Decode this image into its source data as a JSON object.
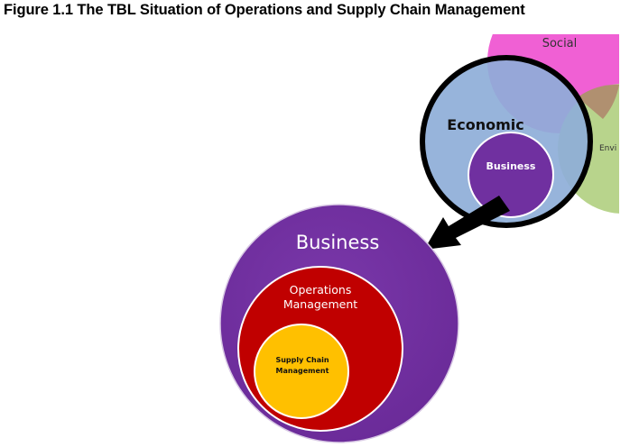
{
  "figure": {
    "title": "Figure 1.1 The TBL Situation of Operations and Supply Chain Management"
  },
  "tbl_diagram": {
    "social_label": "Social",
    "economic_label": "Economic",
    "environmental_label": "Envi",
    "business_label": "Business"
  },
  "nested_diagram": {
    "business_label": "Business",
    "operations_line1": "Operations",
    "operations_line2": "Management",
    "supply_chain_line1": "Supply Chain",
    "supply_chain_line2": "Management"
  },
  "colors": {
    "social": "#f060d4",
    "environmental": "#b8d48c",
    "economic": "#8eaed8",
    "business": "#7030a0",
    "operations": "#c00000",
    "supply_chain": "#ffc000",
    "arrow": "#000000"
  }
}
